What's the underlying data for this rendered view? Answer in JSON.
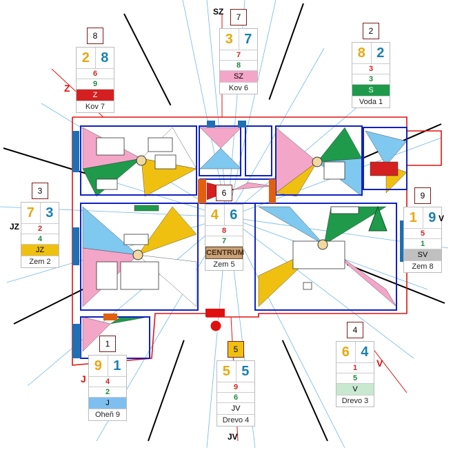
{
  "compass": {
    "north_label": "SZ",
    "south_label": "JV",
    "west_label": "JZ",
    "east_label": "V",
    "red_labels": {
      "z": "Z",
      "j": "J",
      "v": "V"
    },
    "east_edge_letter": "V"
  },
  "sectors": [
    {
      "id": "s8",
      "number": "8",
      "left": "2",
      "right": "8",
      "mid_red": "6",
      "mid_green": "9",
      "band_label": "Z",
      "band_color": "#d42020",
      "band_text_color": "#ffffff",
      "element": "Kov 7"
    },
    {
      "id": "s7",
      "number": "7",
      "left": "3",
      "right": "7",
      "mid_red": "7",
      "mid_green": "8",
      "band_label": "SZ",
      "band_color": "#f4a6c8",
      "band_text_color": "#000000",
      "element": "Kov 6"
    },
    {
      "id": "s2",
      "number": "2",
      "left": "8",
      "right": "2",
      "mid_red": "3",
      "mid_green": "3",
      "band_label": "S",
      "band_color": "#1e9a4a",
      "band_text_color": "#ffffff",
      "element": "Voda 1"
    },
    {
      "id": "s3",
      "number": "3",
      "left": "7",
      "right": "3",
      "mid_red": "2",
      "mid_green": "4",
      "band_label": "JZ",
      "band_color": "#f0c010",
      "band_text_color": "#000000",
      "element": "Zem 2"
    },
    {
      "id": "s6",
      "number": "6",
      "left": "4",
      "right": "6",
      "mid_red": "8",
      "mid_green": "7",
      "band_label": "CENTRUM",
      "band_color": "#c8a27a",
      "band_text_color": "#4a2a10",
      "element": "Zem 5"
    },
    {
      "id": "s9",
      "number": "9",
      "left": "1",
      "right": "9",
      "mid_red": "5",
      "mid_green": "1",
      "band_label": "SV",
      "band_color": "#c0c0c0",
      "band_text_color": "#000000",
      "element": "Zem 8"
    },
    {
      "id": "s1",
      "number": "1",
      "left": "9",
      "right": "1",
      "mid_red": "4",
      "mid_green": "2",
      "band_label": "J",
      "band_color": "#7fbfef",
      "band_text_color": "#000000",
      "element": "Oheň 9"
    },
    {
      "id": "s5",
      "number": "5",
      "left": "5",
      "right": "5",
      "mid_red": "9",
      "mid_green": "6",
      "band_label": "JV",
      "band_color": "#ffffff",
      "band_text_color": "#000000",
      "element": "Drevo 4"
    },
    {
      "id": "s4",
      "number": "4",
      "left": "6",
      "right": "4",
      "mid_red": "1",
      "mid_green": "5",
      "band_label": "V",
      "band_color": "#c8e8d0",
      "band_text_color": "#000000",
      "element": "Drevo 3"
    }
  ],
  "colors": {
    "left_digit": "#e8a810",
    "right_digit": "#1a7fb0",
    "mid_red": "#d42020",
    "mid_green": "#1a8a3a",
    "wall_outer": "#e01010",
    "wall_inner": "#1020c0",
    "blue_ray": "#6fb8e6",
    "black_ray": "#000000"
  },
  "palette": [
    "#f4a6c8",
    "#7fc8ef",
    "#1e9a4a",
    "#f0c010",
    "#d42020",
    "#ffffff",
    "#c8e8d0",
    "#b0b0b0"
  ]
}
